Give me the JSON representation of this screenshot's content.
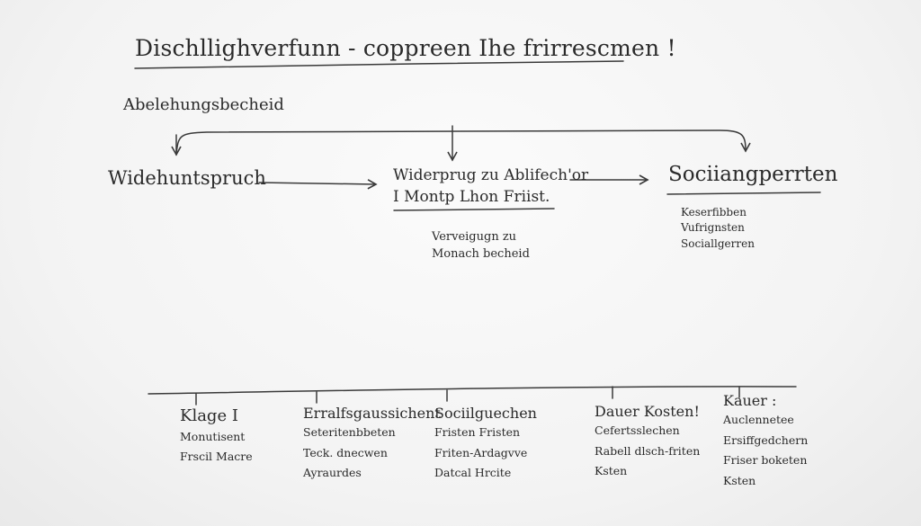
{
  "title": "Dischllighverfunn - coppreen Ihe frirrescmen !",
  "root": "Abelehungsbecheid",
  "nodes": {
    "widerspruch": "Widehuntspruch",
    "middle": {
      "line1": "Widerprug zu Ablifech'or",
      "line2": "I Montp Lhon Friist."
    },
    "middle_sub": [
      "Verveigugn zu",
      "Monach becheid"
    ],
    "right": "Sociiangperrten",
    "right_sub": [
      "Keserfibben",
      "Vufrignsten",
      "Sociallgerren"
    ]
  },
  "timeline": [
    {
      "head": "Klage I",
      "lines": [
        "Monutisent",
        "Frscil Macre"
      ]
    },
    {
      "head": "Erralfsgaussichent",
      "lines": [
        "Seteritenbbeten",
        "Teck. dnecwen",
        "Ayraurdes"
      ]
    },
    {
      "head": "Sociilguechen",
      "lines": [
        "Fristen Fristen",
        "Friten-Ardagvve",
        "Datcal Hrcite"
      ]
    },
    {
      "head": "Dauer Kosten!",
      "lines": [
        "Cefertsslechen",
        "Rabell dlsch-friten",
        "Ksten"
      ]
    },
    {
      "head": "Kauer :",
      "lines": [
        "Auclennetee",
        "Ersiffgedchern",
        "Friser boketen",
        "Ksten"
      ]
    }
  ],
  "colors": {
    "ink": "#2a2a2a",
    "board": "#f6f6f6"
  }
}
